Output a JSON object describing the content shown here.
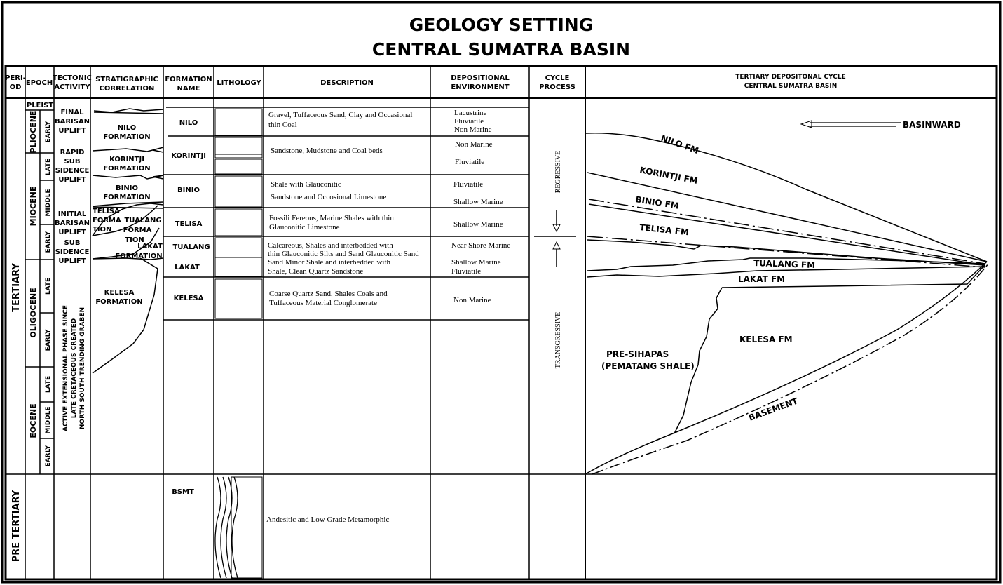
{
  "title": [
    "GEOLOGY SETTING",
    "CENTRAL SUMATRA BASIN"
  ],
  "headers": {
    "period": [
      "PERI-",
      "OD"
    ],
    "epoch": "EPOCH",
    "tectonic": [
      "TECTONIC",
      "ACTIVITY"
    ],
    "strat": [
      "STRATIGRAPHIC",
      "CORRELATION"
    ],
    "formation": [
      "FORMATION",
      "NAME"
    ],
    "lithology": "LITHOLOGY",
    "description": "DESCRIPTION",
    "depositional": [
      "DEPOSITIONAL",
      "ENVIRONMENT"
    ],
    "cycle": [
      "CYCLE",
      "PROCESS"
    ],
    "tertiary_cycle": [
      "TERTIARY DEPOSITONAL CYCLE",
      "CENTRAL SUMATRA BASIN"
    ]
  },
  "periods": [
    "TERTIARY",
    "PRE TERTIARY"
  ],
  "epochs": {
    "pleist": "PLEIST",
    "pliocene": "PLIOCENE",
    "miocene": "MIOCENE",
    "oligocene": "OLIGOCENE",
    "eocene": "EOCENE",
    "early": "EARLY",
    "middle": "MIDDLE",
    "late": "LATE"
  },
  "tectonic": {
    "final": [
      "FINAL",
      "BARISAN",
      "UPLIFT"
    ],
    "rapid": [
      "RAPID",
      "SUB",
      "SIDENCE",
      "UPLIFT"
    ],
    "initial": [
      "INITIAL",
      "BARISAN",
      "UPLIFT"
    ],
    "sub": [
      "SUB",
      "SIDENCE",
      "UPLIFT"
    ],
    "active": [
      "ACTIVE EXTENSIONAL PHASE SINCE",
      "LATE CRETACEOUS CREATED",
      "NORTH SOUTH TRENDING GRABEN"
    ]
  },
  "strat": {
    "nilo": [
      "NILO",
      "FORMATION"
    ],
    "korintji": [
      "KORINTJI",
      "FORMATION"
    ],
    "binio": [
      "BINIO",
      "FORMATION"
    ],
    "telisa": [
      "TELISA",
      "FORMA",
      "TION"
    ],
    "tualang": [
      "TUALANG",
      "FORMA",
      "TION"
    ],
    "lakat": [
      "LAKAT",
      "FORMATION"
    ],
    "kelesa": [
      "KELESA",
      "FORMATION"
    ]
  },
  "formations": [
    "NILO",
    "KORINTJI",
    "BINIO",
    "TELISA",
    "TUALANG",
    "LAKAT",
    "KELESA",
    "BSMT"
  ],
  "descriptions": {
    "nilo": [
      "Gravel, Tuffaceous Sand, Clay and Occasional",
      "thin Coal"
    ],
    "korintji": [
      "Sandstone, Mudstone and Coal beds"
    ],
    "binio": [
      "Shale with Glauconitic",
      "Sandstone and Occosional Limestone"
    ],
    "telisa": [
      "Fossili Fereous, Marine Shales with thin",
      "Glauconitic Limestone"
    ],
    "tualang": [
      "Calcareous, Shales and interbedded with",
      "thin Glauconitic Silts and Sand Glauconitic Sand",
      "Sand Minor Shale and interbedded with",
      "Shale, Clean Quartz Sandstone"
    ],
    "kelesa": [
      "Coarse Quartz Sand, Shales Coals and",
      "Tuffaceous Material Conglomerate"
    ],
    "bsmt": [
      "Andesitic and Low Grade Metamorphic"
    ]
  },
  "environments": {
    "nilo": [
      "Lacustrine",
      "Fluviatile",
      "Non Marine"
    ],
    "korintji": [
      "Non Marine",
      "Fluviatile"
    ],
    "binio": [
      "Fluviatile",
      "Shallow Marine"
    ],
    "telisa": [
      "Shallow Marine"
    ],
    "tualang": [
      "Near Shore Marine",
      "Shallow Marine",
      "Fluviatile"
    ],
    "kelesa": [
      "Non Marine"
    ]
  },
  "cycle": {
    "regressive": "REGRESSIVE",
    "transgressive": "TRANSGRESSIVE"
  },
  "basin": {
    "basinward": "BASINWARD",
    "nilo": "NILO FM",
    "korintji": "KORINTJI FM",
    "binio": "BINIO FM",
    "telisa": "TELISA FM",
    "tualang": "TUALANG FM",
    "lakat": "LAKAT FM",
    "kelesa": "KELESA FM",
    "presihapas": [
      "PRE-SIHAPAS",
      "(PEMATANG SHALE)"
    ],
    "basement": "BASEMENT"
  }
}
